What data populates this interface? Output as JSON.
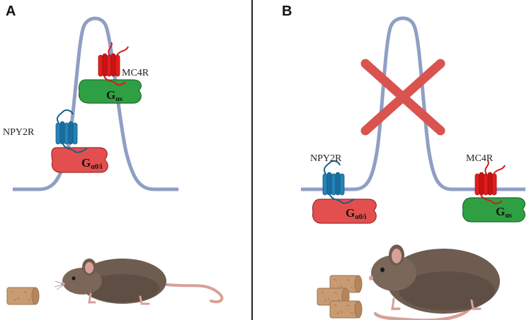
{
  "panels": {
    "a": {
      "letter": "A",
      "receptors": {
        "mc4r": {
          "name": "MC4R",
          "g_protein": "G",
          "g_subscript": "αs"
        },
        "npy2r": {
          "name": "NPY2R",
          "g_protein": "G",
          "g_subscript": "α0/i"
        }
      }
    },
    "b": {
      "letter": "B",
      "receptors": {
        "npy2r": {
          "name": "NPY2R",
          "g_protein": "G",
          "g_subscript": "α0/i"
        },
        "mc4r": {
          "name": "MC4R",
          "g_protein": "G",
          "g_subscript": "αs"
        }
      }
    }
  },
  "colors": {
    "curve": "#8f9fc4",
    "gas_green": "#2ea043",
    "gai_red": "#e34f4f",
    "mc4r_red": "#d41b1b",
    "npy2r_blue": "#1f78a8",
    "cross_red": "#d9534f",
    "mouse_body": "#6e5c50",
    "mouse_ear": "#d9a09a",
    "mouse_tail": "#d7a196",
    "food": "#c89b72",
    "divider": "#222222"
  },
  "icons": {
    "cross": "prohibition-cross-icon",
    "mouse": "mouse-icon",
    "food": "food-pellet-icon",
    "receptor": "transmembrane-receptor-icon"
  }
}
